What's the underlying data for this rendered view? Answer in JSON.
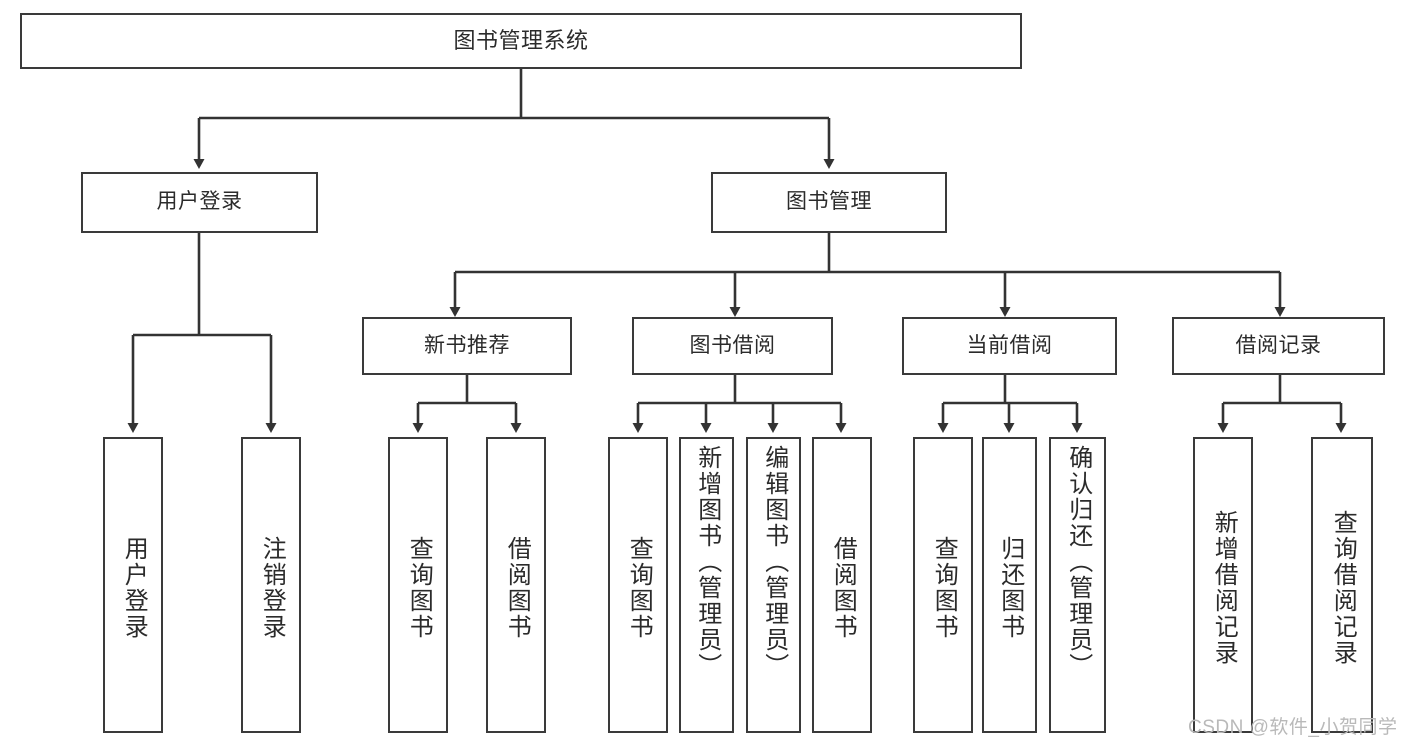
{
  "diagram": {
    "title": "图书管理系统",
    "type": "hierarchy-tree",
    "root": {
      "id": "root",
      "label": "图书管理系统"
    },
    "level2": [
      {
        "id": "user-login",
        "label": "用户登录"
      },
      {
        "id": "book-manage",
        "label": "图书管理"
      }
    ],
    "level3": [
      {
        "id": "new-book-rec",
        "label": "新书推荐",
        "parent": "book-manage"
      },
      {
        "id": "book-borrow",
        "label": "图书借阅",
        "parent": "book-manage"
      },
      {
        "id": "current-borrow",
        "label": "当前借阅",
        "parent": "book-manage"
      },
      {
        "id": "borrow-record",
        "label": "借阅记录",
        "parent": "book-manage"
      }
    ],
    "leaves": [
      {
        "id": "leaf-user-login",
        "label": "用户登录",
        "parent": "user-login"
      },
      {
        "id": "leaf-user-logout",
        "label": "注销登录",
        "parent": "user-login"
      },
      {
        "id": "leaf-query-book-1",
        "label": "查询图书",
        "parent": "new-book-rec"
      },
      {
        "id": "leaf-borrow-book-1",
        "label": "借阅图书",
        "parent": "new-book-rec"
      },
      {
        "id": "leaf-query-book-2",
        "label": "查询图书",
        "parent": "book-borrow"
      },
      {
        "id": "leaf-add-book",
        "label": "新增图书（管理员）",
        "parent": "book-borrow"
      },
      {
        "id": "leaf-edit-book",
        "label": "编辑图书（管理员）",
        "parent": "book-borrow"
      },
      {
        "id": "leaf-borrow-book-2",
        "label": "借阅图书",
        "parent": "book-borrow"
      },
      {
        "id": "leaf-query-book-3",
        "label": "查询图书",
        "parent": "current-borrow"
      },
      {
        "id": "leaf-return-book",
        "label": "归还图书",
        "parent": "current-borrow"
      },
      {
        "id": "leaf-confirm-return",
        "label": "确认归还（管理员）",
        "parent": "current-borrow"
      },
      {
        "id": "leaf-add-record",
        "label": "新增借阅记录",
        "parent": "borrow-record"
      },
      {
        "id": "leaf-query-record",
        "label": "查询借阅记录",
        "parent": "borrow-record"
      }
    ],
    "colors": {
      "box_border": "#3a3a3a",
      "connector": "#333333",
      "background": "#ffffff",
      "text": "#2b2b2b",
      "watermark": "#b9b9b9"
    }
  },
  "watermark": {
    "text": "CSDN @软件_小贺同学"
  }
}
